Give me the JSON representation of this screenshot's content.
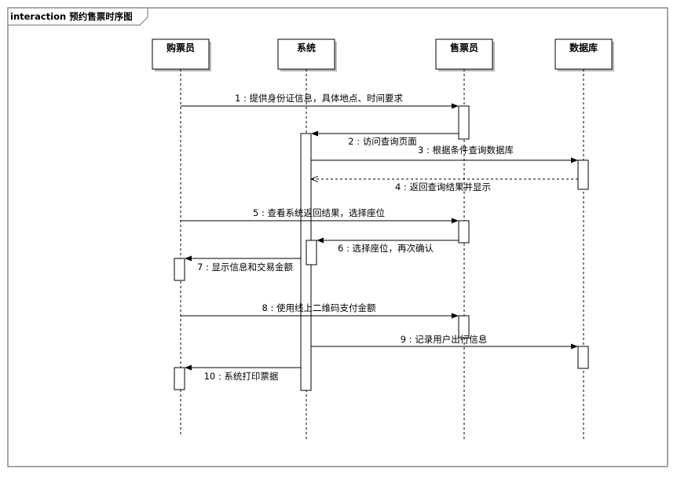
{
  "frame": {
    "title": "interaction 预约售票时序图"
  },
  "lifelines": [
    {
      "name": "购票员"
    },
    {
      "name": "系统"
    },
    {
      "name": "售票员"
    },
    {
      "name": "数据库"
    }
  ],
  "messages": [
    {
      "label": "1 : 提供身份证信息，具体地点、时间要求",
      "from": "购票员",
      "to": "售票员",
      "kind": "sync"
    },
    {
      "label": "2 : 访问查询页面",
      "from": "售票员",
      "to": "系统",
      "kind": "sync"
    },
    {
      "label": "3 : 根据条件查询数据库",
      "from": "系统",
      "to": "数据库",
      "kind": "sync"
    },
    {
      "label": "4 : 返回查询结果并显示",
      "from": "数据库",
      "to": "系统",
      "kind": "return"
    },
    {
      "label": "5 : 查看系统返回结果，选择座位",
      "from": "购票员",
      "to": "售票员",
      "kind": "sync"
    },
    {
      "label": "6 : 选择座位，再次确认",
      "from": "售票员",
      "to": "系统",
      "kind": "sync"
    },
    {
      "label": "7 : 显示信息和交易金额",
      "from": "系统",
      "to": "购票员",
      "kind": "sync"
    },
    {
      "label": "8 : 使用线上二维码支付金额",
      "from": "购票员",
      "to": "售票员",
      "kind": "sync"
    },
    {
      "label": "9 : 记录用户出行信息",
      "from": "系统",
      "to": "数据库",
      "kind": "sync"
    },
    {
      "label": "10 : 系统打印票据",
      "from": "系统",
      "to": "购票员",
      "kind": "sync"
    }
  ],
  "colors": {
    "line": "#000000",
    "frame": "#888888",
    "box_shadow": "#bbbbbb"
  }
}
